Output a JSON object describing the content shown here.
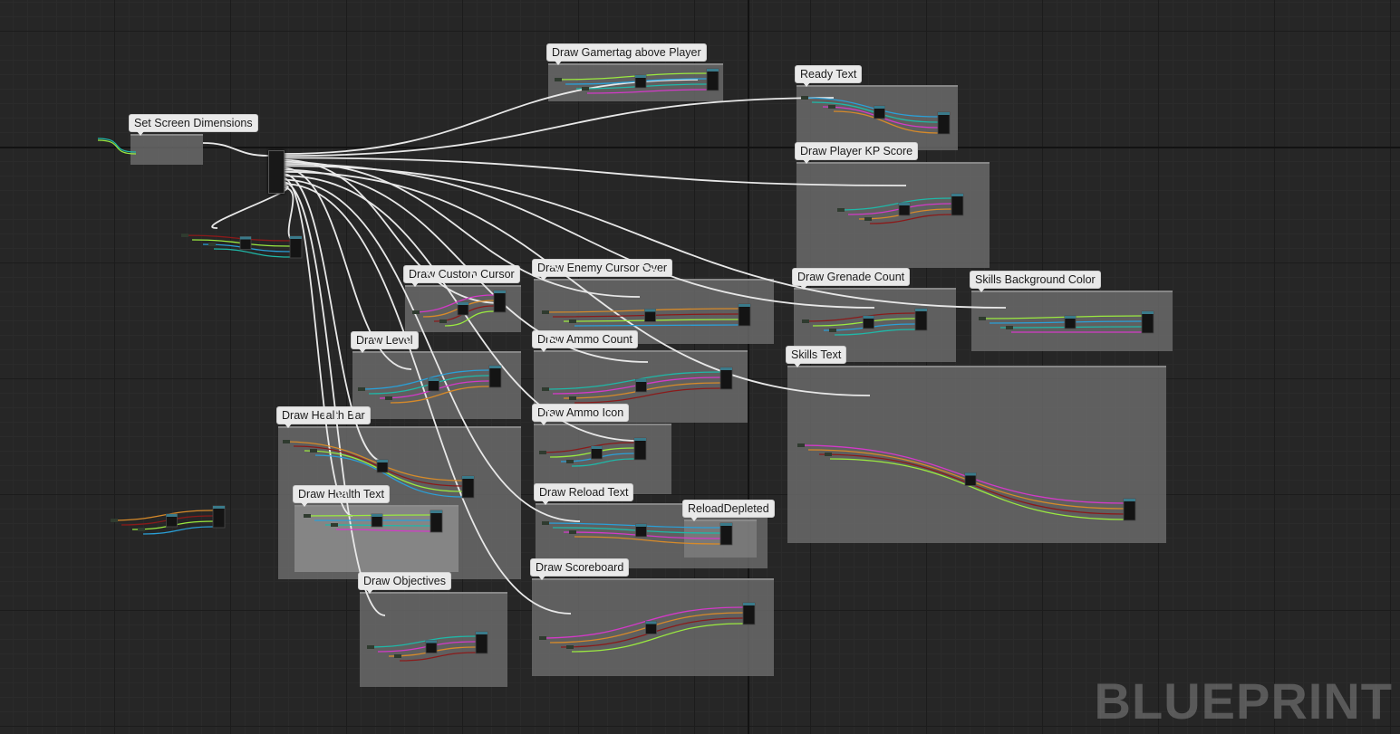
{
  "editor": {
    "watermark": "BLUEPRINT"
  },
  "comments": [
    {
      "id": "set-screen-dimensions",
      "label": "Set Screen Dimensions"
    },
    {
      "id": "draw-gamertag",
      "label": "Draw Gamertag above Player"
    },
    {
      "id": "ready-text",
      "label": "Ready Text"
    },
    {
      "id": "draw-player-kp-score",
      "label": "Draw Player KP Score"
    },
    {
      "id": "draw-custom-cursor",
      "label": "Draw Custom Cursor"
    },
    {
      "id": "draw-enemy-cursor-over",
      "label": "Draw Enemy Cursor Over"
    },
    {
      "id": "draw-grenade-count",
      "label": "Draw Grenade Count"
    },
    {
      "id": "skills-background-color",
      "label": "Skills Background Color"
    },
    {
      "id": "draw-level",
      "label": "Draw Level"
    },
    {
      "id": "draw-ammo-count",
      "label": "Draw Ammo Count"
    },
    {
      "id": "skills-text",
      "label": "Skills Text"
    },
    {
      "id": "draw-health-bar",
      "label": "Draw Health Bar"
    },
    {
      "id": "draw-ammo-icon",
      "label": "Draw Ammo Icon"
    },
    {
      "id": "draw-health-text",
      "label": "Draw Health Text"
    },
    {
      "id": "draw-reload-text",
      "label": "Draw Reload Text"
    },
    {
      "id": "reload-depleted",
      "label": "ReloadDepleted"
    },
    {
      "id": "draw-objectives",
      "label": "Draw Objectives"
    },
    {
      "id": "draw-scoreboard",
      "label": "Draw Scoreboard"
    }
  ],
  "wire_colors": {
    "exec": "#e8e8e8",
    "float": "#9bea40",
    "vector": "#2aa0d8",
    "object": "#1fb8a8",
    "color": "#d33ac8",
    "bool": "#8a1a1a",
    "string": "#d68a2a"
  }
}
